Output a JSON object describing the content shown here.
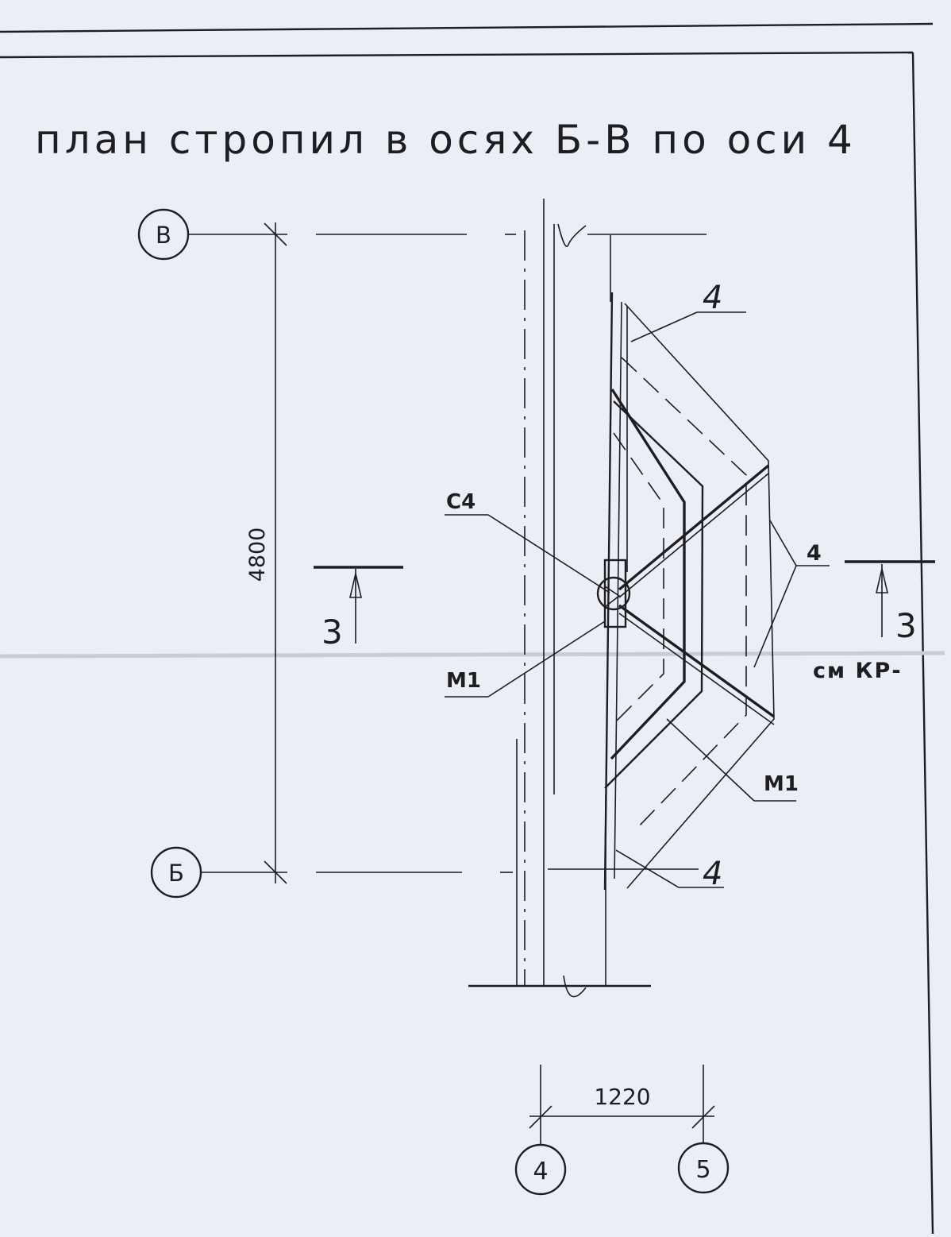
{
  "drawing": {
    "title": "план стропил в осях Б-В по оси 4",
    "axes": {
      "row_top": "В",
      "row_bottom": "Б",
      "col_left": "4",
      "col_right": "5"
    },
    "dimensions": {
      "vertical": "4800",
      "horizontal": "1220"
    },
    "section_marks": {
      "left": "3",
      "right": "3"
    },
    "labels": {
      "c4": "С4",
      "m1_left": "М1",
      "m1_right": "М1",
      "four_top": "4",
      "four_mid": "4",
      "four_bottom": "4",
      "see_kr": "см КР-"
    },
    "colors": {
      "paper": "#eceef6",
      "ink": "#1d1d22"
    }
  }
}
